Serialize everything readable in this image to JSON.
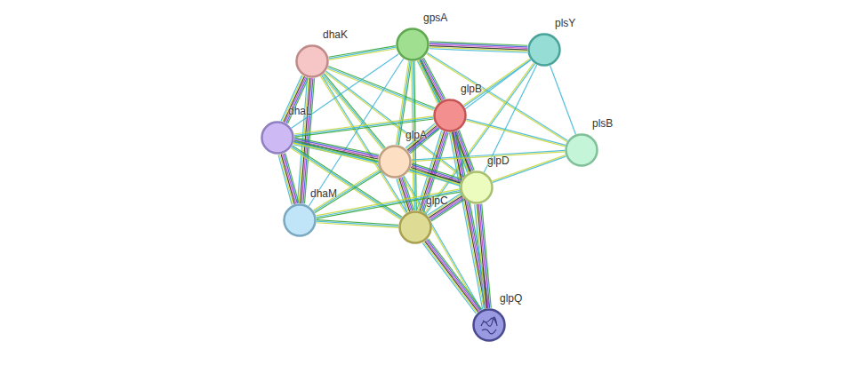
{
  "diagram": {
    "nodes": [
      {
        "text": [
          "dhaK"
        ]
      },
      {
        "text": [
          "gpsA"
        ]
      },
      {
        "text": [
          "plsY"
        ]
      },
      {
        "text": [
          "glpB"
        ]
      },
      {
        "text": [
          "dhaL"
        ]
      },
      {
        "text": [
          "glpA"
        ]
      },
      {
        "text": [
          "plsB"
        ]
      },
      {
        "text": [
          "glpD"
        ]
      },
      {
        "text": [
          "dhaM"
        ]
      },
      {
        "text": [
          "glpC"
        ]
      },
      {
        "text": [
          "glpQ"
        ]
      }
    ],
    "edges": [
      {
        "from": 0,
        "to": 1,
        "arrow": "none"
      },
      {
        "from": 0,
        "to": 4,
        "arrow": "none"
      },
      {
        "from": 0,
        "to": 8,
        "arrow": "none"
      },
      {
        "from": 0,
        "to": 5,
        "arrow": "none"
      },
      {
        "from": 0,
        "to": 3,
        "arrow": "none"
      },
      {
        "from": 0,
        "to": 7,
        "arrow": "none"
      },
      {
        "from": 0,
        "to": 9,
        "arrow": "none"
      },
      {
        "from": 1,
        "to": 2,
        "arrow": "none"
      },
      {
        "from": 1,
        "to": 3,
        "arrow": "none"
      },
      {
        "from": 1,
        "to": 5,
        "arrow": "none"
      },
      {
        "from": 1,
        "to": 7,
        "arrow": "none"
      },
      {
        "from": 1,
        "to": 9,
        "arrow": "none"
      },
      {
        "from": 1,
        "to": 4,
        "arrow": "none"
      },
      {
        "from": 1,
        "to": 8,
        "arrow": "none"
      },
      {
        "from": 1,
        "to": 6,
        "arrow": "none"
      },
      {
        "from": 2,
        "to": 3,
        "arrow": "none"
      },
      {
        "from": 2,
        "to": 6,
        "arrow": "none"
      },
      {
        "from": 2,
        "to": 5,
        "arrow": "none"
      },
      {
        "from": 2,
        "to": 7,
        "arrow": "none"
      },
      {
        "from": 2,
        "to": 9,
        "arrow": "none"
      },
      {
        "from": 3,
        "to": 5,
        "arrow": "none"
      },
      {
        "from": 3,
        "to": 7,
        "arrow": "none"
      },
      {
        "from": 3,
        "to": 9,
        "arrow": "none"
      },
      {
        "from": 3,
        "to": 10,
        "arrow": "none"
      },
      {
        "from": 3,
        "to": 4,
        "arrow": "none"
      },
      {
        "from": 3,
        "to": 6,
        "arrow": "none"
      },
      {
        "from": 4,
        "to": 5,
        "arrow": "none"
      },
      {
        "from": 4,
        "to": 8,
        "arrow": "none"
      },
      {
        "from": 4,
        "to": 7,
        "arrow": "none"
      },
      {
        "from": 4,
        "to": 9,
        "arrow": "none"
      },
      {
        "from": 5,
        "to": 7,
        "arrow": "none"
      },
      {
        "from": 5,
        "to": 9,
        "arrow": "none"
      },
      {
        "from": 5,
        "to": 6,
        "arrow": "none"
      },
      {
        "from": 5,
        "to": 8,
        "arrow": "none"
      },
      {
        "from": 5,
        "to": 10,
        "arrow": "none"
      },
      {
        "from": 6,
        "to": 7,
        "arrow": "none"
      },
      {
        "from": 7,
        "to": 9,
        "arrow": "none"
      },
      {
        "from": 7,
        "to": 10,
        "arrow": "none"
      },
      {
        "from": 7,
        "to": 8,
        "arrow": "none"
      },
      {
        "from": 8,
        "to": 9,
        "arrow": "none"
      },
      {
        "from": 9,
        "to": 10,
        "arrow": "none"
      }
    ]
  }
}
